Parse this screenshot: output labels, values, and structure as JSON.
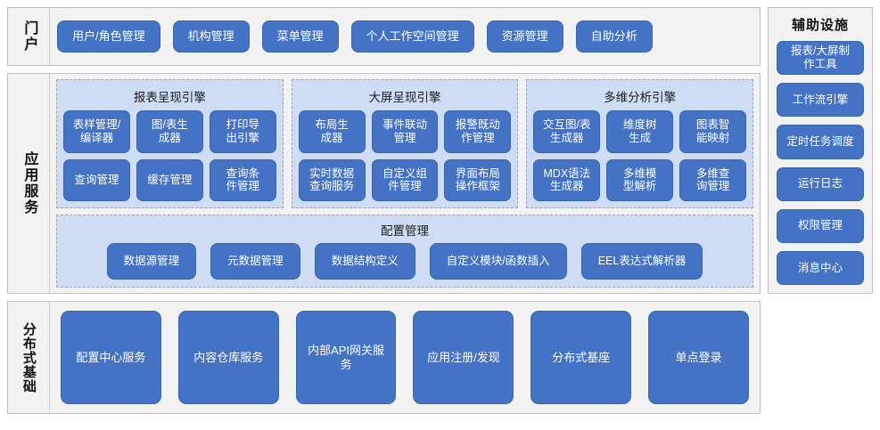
{
  "portal": {
    "label": "门户",
    "items": [
      {
        "label": "用户/角色管理"
      },
      {
        "label": "机构管理"
      },
      {
        "label": "菜单管理"
      },
      {
        "label": "个人工作空间管理"
      },
      {
        "label": "资源管理"
      },
      {
        "label": "自助分析"
      }
    ]
  },
  "app_service": {
    "label": "应用服务",
    "engines": [
      {
        "title": "报表呈现引擎",
        "items": [
          {
            "label": "表样管理/\n编译器"
          },
          {
            "label": "图/表生\n成器"
          },
          {
            "label": "打印导\n出引擎"
          },
          {
            "label": "查询管理"
          },
          {
            "label": "缓存管理"
          },
          {
            "label": "查询条\n件管理"
          }
        ]
      },
      {
        "title": "大屏呈现引擎",
        "items": [
          {
            "label": "布局生\n成器"
          },
          {
            "label": "事件联动\n管理"
          },
          {
            "label": "报警既动\n作管理"
          },
          {
            "label": "实时数据\n查询服务"
          },
          {
            "label": "自定义组\n件管理"
          },
          {
            "label": "界面布局\n操作框架"
          }
        ]
      },
      {
        "title": "多维分析引擎",
        "items": [
          {
            "label": "交互图/表\n生成器"
          },
          {
            "label": "维度树\n生成"
          },
          {
            "label": "图表智\n能映射"
          },
          {
            "label": "MDX语法\n生成器"
          },
          {
            "label": "多维模\n型解析"
          },
          {
            "label": "多维查\n询管理"
          }
        ]
      }
    ],
    "config": {
      "title": "配置管理",
      "items": [
        {
          "label": "数据源管理"
        },
        {
          "label": "元数据管理"
        },
        {
          "label": "数据结构定义"
        },
        {
          "label": "自定义模块/函数插入"
        },
        {
          "label": "EEL表达式解析器"
        }
      ]
    }
  },
  "distributed_base": {
    "label": "分布式基础",
    "items": [
      {
        "label": "配置中心服务"
      },
      {
        "label": "内容仓库服务"
      },
      {
        "label": "内部API网关服务"
      },
      {
        "label": "应用注册/发现"
      },
      {
        "label": "分布式基座"
      },
      {
        "label": "单点登录"
      }
    ]
  },
  "aux_facilities": {
    "title": "辅助设施",
    "items": [
      {
        "label": "报表/大屏制\n作工具"
      },
      {
        "label": "工作流引擎"
      },
      {
        "label": "定时任务调度"
      },
      {
        "label": "运行日志"
      },
      {
        "label": "权限管理"
      },
      {
        "label": "消息中心"
      }
    ]
  },
  "theme": {
    "button_fill": "#4472C4",
    "button_border": "#3A64AE",
    "panel_fill": "#F2F2F2",
    "panel_border": "#BFBFBF",
    "engine_fill": "#CFDDF4",
    "engine_border": "#9AA7BC"
  }
}
